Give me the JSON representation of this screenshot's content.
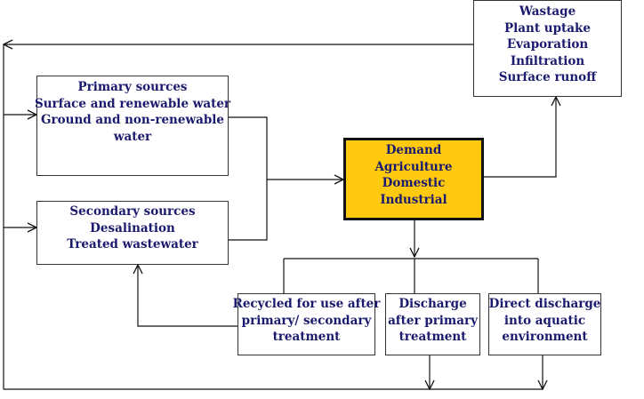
{
  "diagram": {
    "primary_sources": {
      "lines": [
        "Primary sources",
        "Surface and renewable water",
        "Ground and non-renewable",
        "water"
      ]
    },
    "secondary_sources": {
      "lines": [
        "Secondary sources",
        "Desalination",
        "Treated wastewater"
      ]
    },
    "demand": {
      "lines": [
        "Demand",
        "Agriculture",
        "Domestic",
        "Industrial"
      ],
      "fill_color": "#ffc90e"
    },
    "wastage": {
      "lines": [
        "Wastage",
        "Plant uptake",
        "Evaporation",
        "Infiltration",
        "Surface runoff"
      ]
    },
    "recycled": {
      "lines": [
        "Recycled for use after",
        "primary/ secondary",
        "treatment"
      ]
    },
    "discharge_after_primary": {
      "lines": [
        "Discharge",
        "after primary",
        "treatment"
      ]
    },
    "direct_discharge": {
      "lines": [
        "Direct discharge",
        "into aquatic",
        "environment"
      ]
    }
  }
}
